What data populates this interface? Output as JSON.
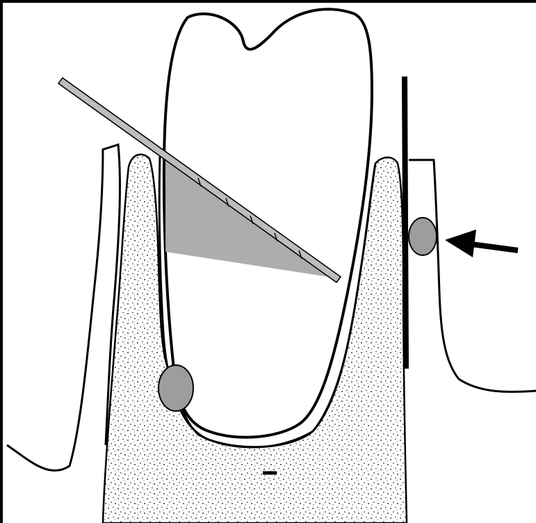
{
  "diagram": {
    "colors": {
      "frame": "#000000",
      "paper": "#ffffff",
      "outline": "#000000",
      "bone_stipple": "#000000",
      "shaded_region": "#a9a9a9",
      "nodule": "#9d9d9d",
      "probe_fill": "#bdbdbd"
    },
    "parts": [
      {
        "name": "tooth-crown-and-root",
        "icon": "tooth-icon"
      },
      {
        "name": "alveolar-bone",
        "icon": "stippled-bone"
      },
      {
        "name": "soft-tissue-flap",
        "icon": "gingiva-outline"
      },
      {
        "name": "periodontal-probe",
        "icon": "probe-icon"
      },
      {
        "name": "radiographic-film",
        "icon": "film-line"
      },
      {
        "name": "round-lesion-buccal",
        "icon": "circle-icon"
      },
      {
        "name": "round-lesion-apical",
        "icon": "circle-icon"
      },
      {
        "name": "pointer-arrow",
        "icon": "arrow-left-icon"
      },
      {
        "name": "small-dash-mark",
        "icon": "dash-icon"
      }
    ]
  }
}
